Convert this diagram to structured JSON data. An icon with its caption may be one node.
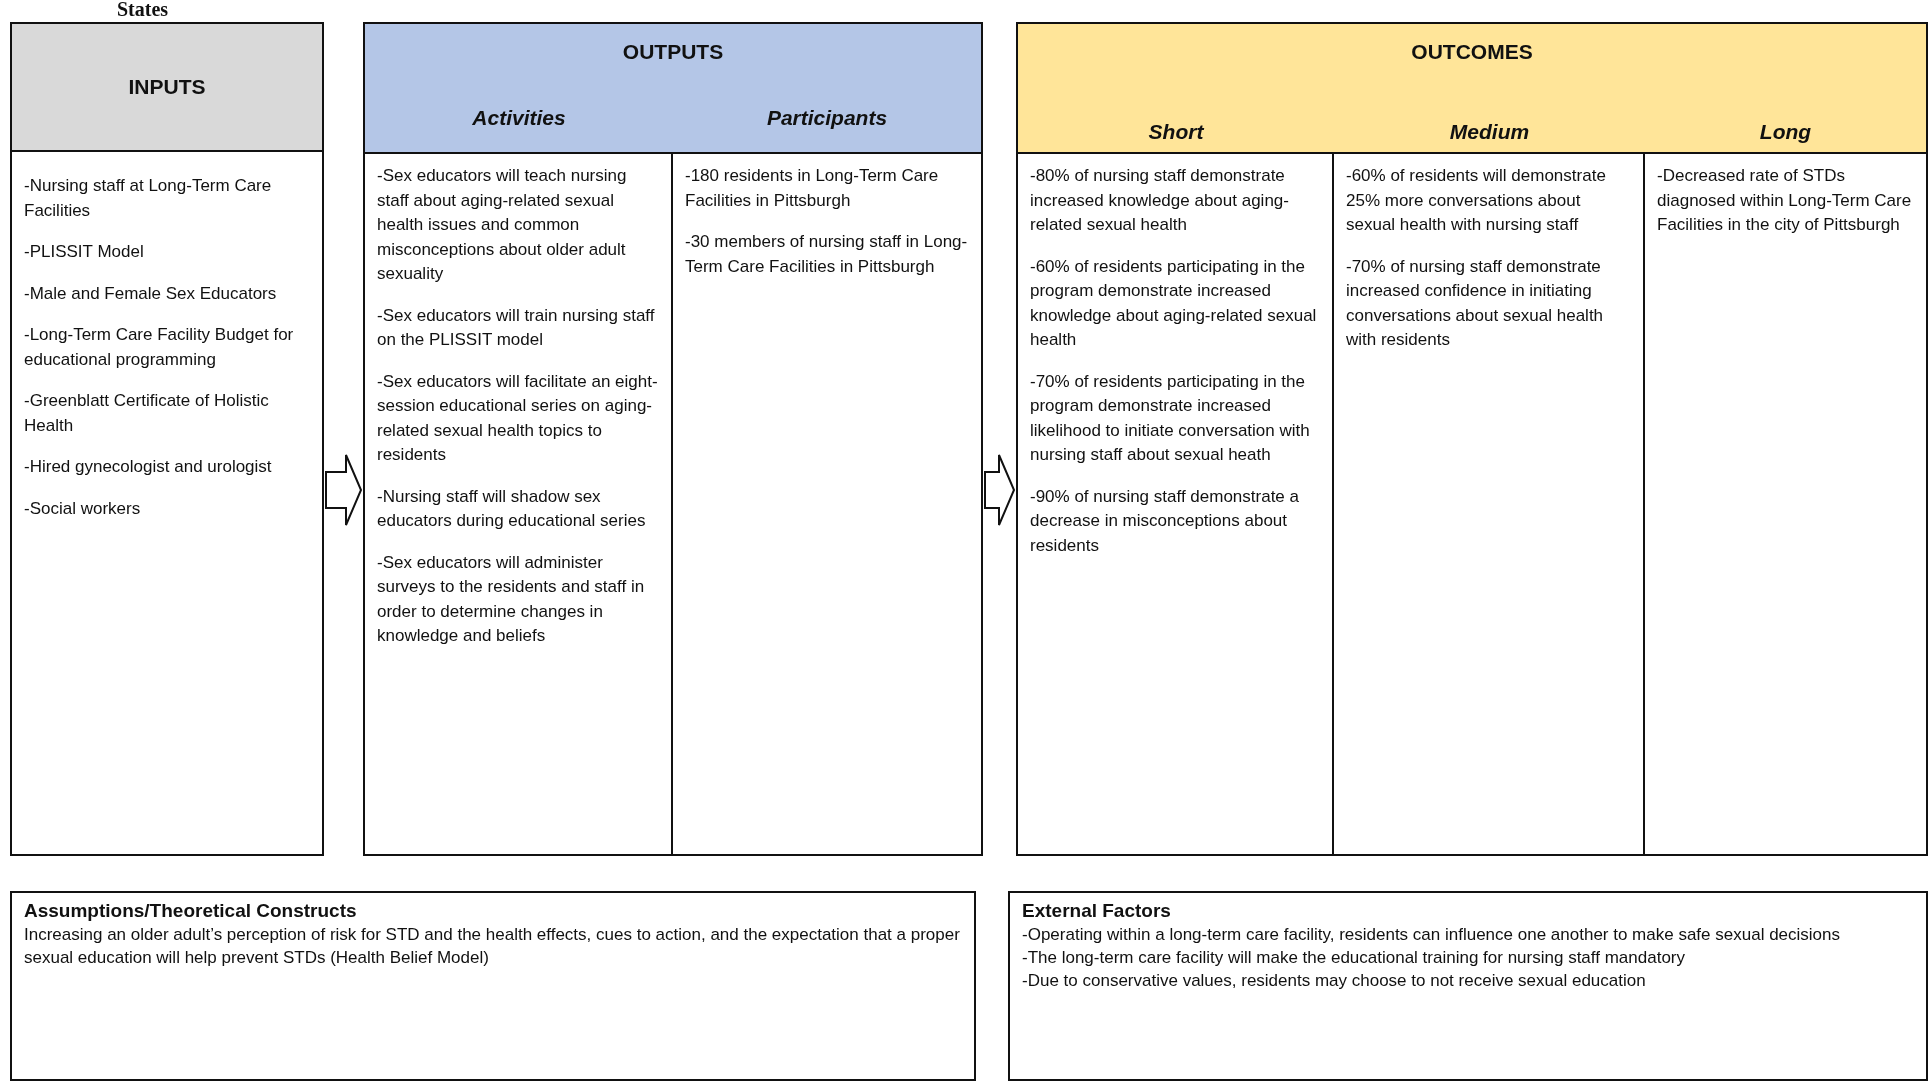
{
  "diagram": {
    "nodes": [
      {
        "text": [
          "INPUTS",
          "-Nursing staff at Long-Term Care Facilities",
          "-PLISSIT Model",
          "-Male and Female Sex Educators",
          "-Long-Term Care Facility Budget for educational programming",
          "-Greenblatt Certificate of Holistic Health",
          "-Hired gynecologist and urologist",
          "-Social workers"
        ]
      },
      {
        "text": [
          "OUTPUTS"
        ]
      },
      {
        "text": [
          "Activities",
          "-Sex educators will teach nursing staff about aging-related sexual health issues and common misconceptions about older adult sexuality",
          "-Sex educators will train nursing staff on the PLISSIT model",
          "-Sex educators will facilitate an eight-session educational series on aging-related sexual health topics to residents",
          "-Nursing staff will shadow sex educators during educational series",
          "-Sex educators will administer surveys to the residents and staff in order to determine changes in knowledge and beliefs"
        ],
        "in": 1
      },
      {
        "text": [
          "Participants",
          "-180 residents in Long-Term Care Facilities in Pittsburgh",
          "-30 members of nursing staff in Long-Term Care Facilities in Pittsburgh"
        ],
        "in": 1
      },
      {
        "text": [
          "OUTCOMES"
        ]
      },
      {
        "text": [
          "Short",
          "-80% of nursing staff demonstrate increased knowledge about aging-related sexual health",
          "-60% of residents participating in the program demonstrate increased knowledge about aging-related sexual health",
          "-70% of residents participating in the program demonstrate increased likelihood to initiate conversation with nursing staff about sexual heath",
          "-90% of nursing staff demonstrate a decrease in misconceptions about residents"
        ],
        "in": 4
      },
      {
        "text": [
          "Medium",
          "-60% of residents will demonstrate 25% more conversations about sexual health with nursing staff",
          "-70% of nursing staff demonstrate increased confidence in initiating conversations about sexual health with residents"
        ],
        "in": 4
      },
      {
        "text": [
          "Long",
          "-Decreased rate of STDs diagnosed within Long-Term Care Facilities in the city of Pittsburgh"
        ],
        "in": 4
      },
      {
        "text": [
          "Assumptions/Theoretical Constructs",
          "Increasing an older adult’s perception of risk for STD and the health effects, cues to action, and the expectation that a proper sexual education will help prevent STDs (Health Belief Model)"
        ]
      },
      {
        "text": [
          "External Factors",
          "-Operating within a long-term care facility, residents can influence one another to make safe sexual decisions",
          "-The long-term care facility will make the educational training for nursing staff mandatory",
          "-Due to conservative values, residents may choose to not receive sexual education"
        ]
      }
    ],
    "edges": [
      {
        "from": 0,
        "to": 1,
        "arrow": "to"
      },
      {
        "from": 1,
        "to": 4,
        "arrow": "to"
      }
    ],
    "labels": [
      "States"
    ]
  }
}
